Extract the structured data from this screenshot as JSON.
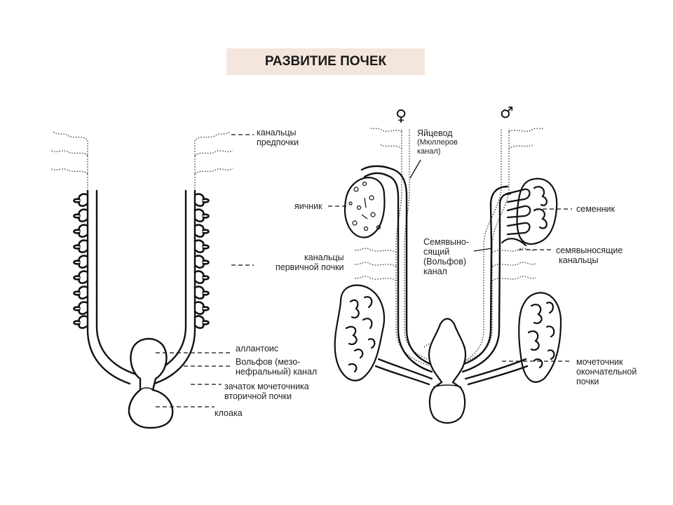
{
  "title": "РАЗВИТИЕ ПОЧЕК",
  "symbols": {
    "female": "♀",
    "male": "♂"
  },
  "labels": {
    "pronephros_1": "канальцы",
    "pronephros_2": "предпочки",
    "mesonephros_1": "канальцы",
    "mesonephros_2": "первичной почки",
    "allantois": "аллантоис",
    "wolffian_1": "Вольфов (мезо-",
    "wolffian_2": "нефральный) канал",
    "ureter_bud_1": "зачаток мочеточника",
    "ureter_bud_2": "вторичной почки",
    "cloaca": "клоака",
    "oviduct_1": "Яйцевод",
    "oviduct_2": "(Мюллеров",
    "oviduct_3": "канал)",
    "ovary": "яичник",
    "vas_deferens_1": "Семявыно-",
    "vas_deferens_2": "сящий",
    "vas_deferens_3": "(Вольфов)",
    "vas_deferens_4": "канал",
    "testis": "семенник",
    "efferent_1": "семявыносящие",
    "efferent_2": "канальцы",
    "ureter_1": "мочеточник",
    "ureter_2": "окончательной",
    "ureter_3": "почки"
  }
}
